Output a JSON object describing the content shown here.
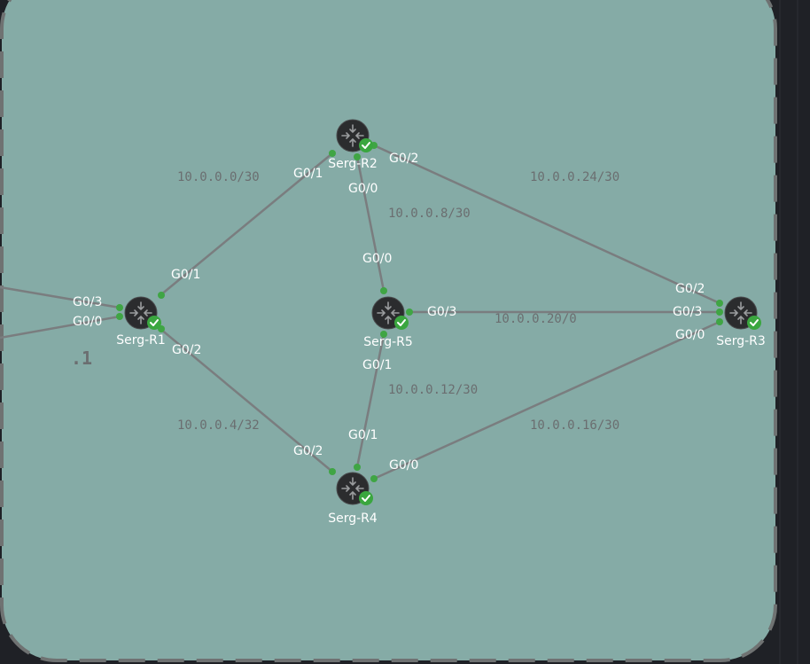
{
  "colors": {
    "canvas_background": "#1f2126",
    "group_fill": "#85aba6",
    "group_border": "#6f7272",
    "link": "#7a7d7f",
    "port_dot": "#3fa544",
    "status_ok": "#3aa63f",
    "subnet_text": "#6b6e70"
  },
  "group": {
    "note": ".1"
  },
  "routers": [
    {
      "id": "r1",
      "name": "Serg-R1",
      "status": "check-icon"
    },
    {
      "id": "r2",
      "name": "Serg-R2",
      "status": "check-icon"
    },
    {
      "id": "r3",
      "name": "Serg-R3",
      "status": "check-icon"
    },
    {
      "id": "r4",
      "name": "Serg-R4",
      "status": "check-icon"
    },
    {
      "id": "r5",
      "name": "Serg-R5",
      "status": "check-icon"
    }
  ],
  "links": [
    {
      "id": "r1-r2",
      "subnet": "10.0.0.0/30",
      "a": {
        "router": "Serg-R1",
        "port": "G0/1"
      },
      "b": {
        "router": "Serg-R2",
        "port": "G0/1"
      }
    },
    {
      "id": "r1-r4",
      "subnet": "10.0.0.4/32",
      "a": {
        "router": "Serg-R1",
        "port": "G0/2"
      },
      "b": {
        "router": "Serg-R4",
        "port": "G0/2"
      }
    },
    {
      "id": "r2-r5",
      "subnet": "10.0.0.8/30",
      "a": {
        "router": "Serg-R2",
        "port": "G0/0"
      },
      "b": {
        "router": "Serg-R5",
        "port": "G0/0"
      }
    },
    {
      "id": "r2-r3",
      "subnet": "10.0.0.24/30",
      "a": {
        "router": "Serg-R2",
        "port": "G0/2"
      },
      "b": {
        "router": "Serg-R3",
        "port": "G0/2"
      }
    },
    {
      "id": "r5-r3",
      "subnet": "10.0.0.20/0",
      "a": {
        "router": "Serg-R5",
        "port": "G0/3"
      },
      "b": {
        "router": "Serg-R3",
        "port": "G0/3"
      }
    },
    {
      "id": "r5-r4",
      "subnet": "10.0.0.12/30",
      "a": {
        "router": "Serg-R5",
        "port": "G0/1"
      },
      "b": {
        "router": "Serg-R4",
        "port": "G0/1"
      }
    },
    {
      "id": "r4-r3",
      "subnet": "10.0.0.16/30",
      "a": {
        "router": "Serg-R4",
        "port": "G0/0"
      },
      "b": {
        "router": "Serg-R3",
        "port": "G0/0"
      }
    },
    {
      "id": "r1-ext-a",
      "subnet": "",
      "a": {
        "router": "Serg-R1",
        "port": "G0/3"
      },
      "b": {
        "router": "",
        "port": ""
      }
    },
    {
      "id": "r1-ext-b",
      "subnet": "",
      "a": {
        "router": "Serg-R1",
        "port": "G0/0"
      },
      "b": {
        "router": "",
        "port": ""
      }
    }
  ]
}
